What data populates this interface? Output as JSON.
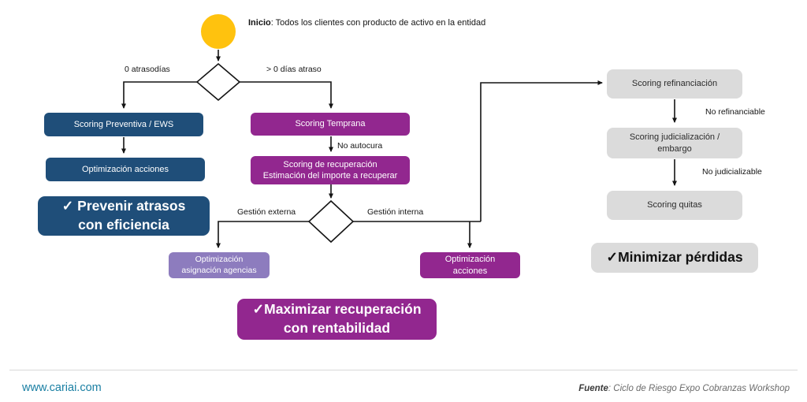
{
  "start": {
    "label_bold": "Inicio",
    "label_rest": ": Todos los clientes con producto de activo en la entidad"
  },
  "edges": {
    "zero_days": "0 atrasodías",
    "gt_zero_days": "> 0 días atraso",
    "no_autocura": "No autocura",
    "gestion_externa": "Gestión externa",
    "gestion_interna": "Gestión interna",
    "no_refinanciable": "No refinanciable",
    "no_judicializable": "No judicializable"
  },
  "nodes": {
    "scoring_preventiva": "Scoring Preventiva / EWS",
    "optimizacion_acciones": "Optimización acciones",
    "prevenir": "✓ Prevenir atrasos\ncon eficiencia",
    "scoring_temprana": "Scoring Temprana",
    "scoring_recuperacion": "Scoring de recuperación\nEstimación del importe a recuperar",
    "optimizacion_agencias": "Optimización\nasignación agencias",
    "optimizacion_acciones_int": "Optimización\nacciones",
    "maximizar": "✓Maximizar recuperación\ncon rentabilidad",
    "scoring_refinanciacion": "Scoring refinanciación",
    "scoring_judicializacion": "Scoring judicialización /\nembargo",
    "scoring_quitas": "Scoring quitas",
    "minimizar": "✓Minimizar pérdidas"
  },
  "footer": {
    "website": "www.cariai.com",
    "source_bold": "Fuente",
    "source_rest": ": Ciclo de Riesgo Expo Cobranzas Workshop"
  },
  "colors": {
    "start_node": "#FFC20E",
    "preventive_blue": "#1F4E79",
    "recovery_purple": "#92278F",
    "agency_lavender": "#8D7CBE",
    "late_stage_gray": "#DBDBDB",
    "link_teal": "#1A7FA3",
    "connector": "#141414"
  }
}
